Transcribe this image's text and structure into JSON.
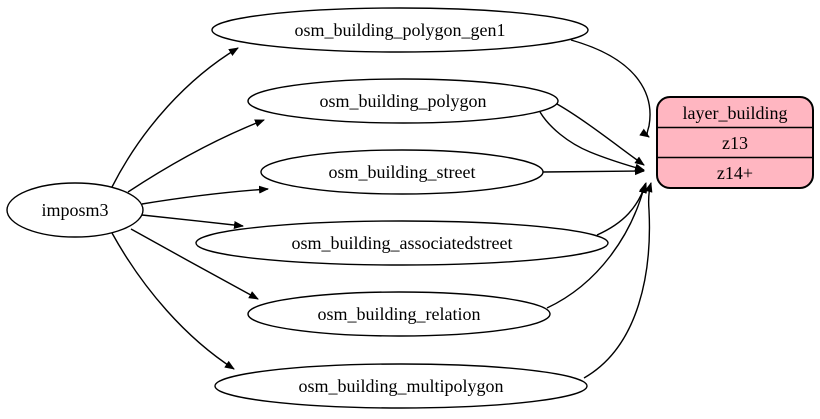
{
  "diagram": {
    "kind": "etl-graph",
    "source_node": {
      "label": "imposm3"
    },
    "table_nodes": [
      {
        "id": "osm_building_polygon_gen1",
        "label": "osm_building_polygon_gen1"
      },
      {
        "id": "osm_building_polygon",
        "label": "osm_building_polygon"
      },
      {
        "id": "osm_building_street",
        "label": "osm_building_street"
      },
      {
        "id": "osm_building_associatedstreet",
        "label": "osm_building_associatedstreet"
      },
      {
        "id": "osm_building_relation",
        "label": "osm_building_relation"
      },
      {
        "id": "osm_building_multipolygon",
        "label": "osm_building_multipolygon"
      }
    ],
    "layer_node": {
      "title": "layer_building",
      "rows": [
        "z13",
        "z14+"
      ],
      "fill": "#ffb6c1",
      "stroke": "#000000"
    },
    "edges": [
      {
        "from": "imposm3",
        "to": "osm_building_polygon_gen1"
      },
      {
        "from": "imposm3",
        "to": "osm_building_polygon"
      },
      {
        "from": "imposm3",
        "to": "osm_building_street"
      },
      {
        "from": "imposm3",
        "to": "osm_building_associatedstreet"
      },
      {
        "from": "imposm3",
        "to": "osm_building_relation"
      },
      {
        "from": "imposm3",
        "to": "osm_building_multipolygon"
      },
      {
        "from": "osm_building_polygon_gen1",
        "to": "layer_building:z13"
      },
      {
        "from": "osm_building_polygon",
        "to": "layer_building:z14+"
      },
      {
        "from": "osm_building_polygon",
        "to": "layer_building:z14+"
      },
      {
        "from": "osm_building_street",
        "to": "layer_building:z14+"
      },
      {
        "from": "osm_building_associatedstreet",
        "to": "layer_building:z14+"
      },
      {
        "from": "osm_building_relation",
        "to": "layer_building:z14+"
      },
      {
        "from": "osm_building_multipolygon",
        "to": "layer_building:z14+"
      }
    ],
    "colors": {
      "background": "#ffffff",
      "edge": "#000000",
      "node_fill": "#ffffff"
    }
  }
}
